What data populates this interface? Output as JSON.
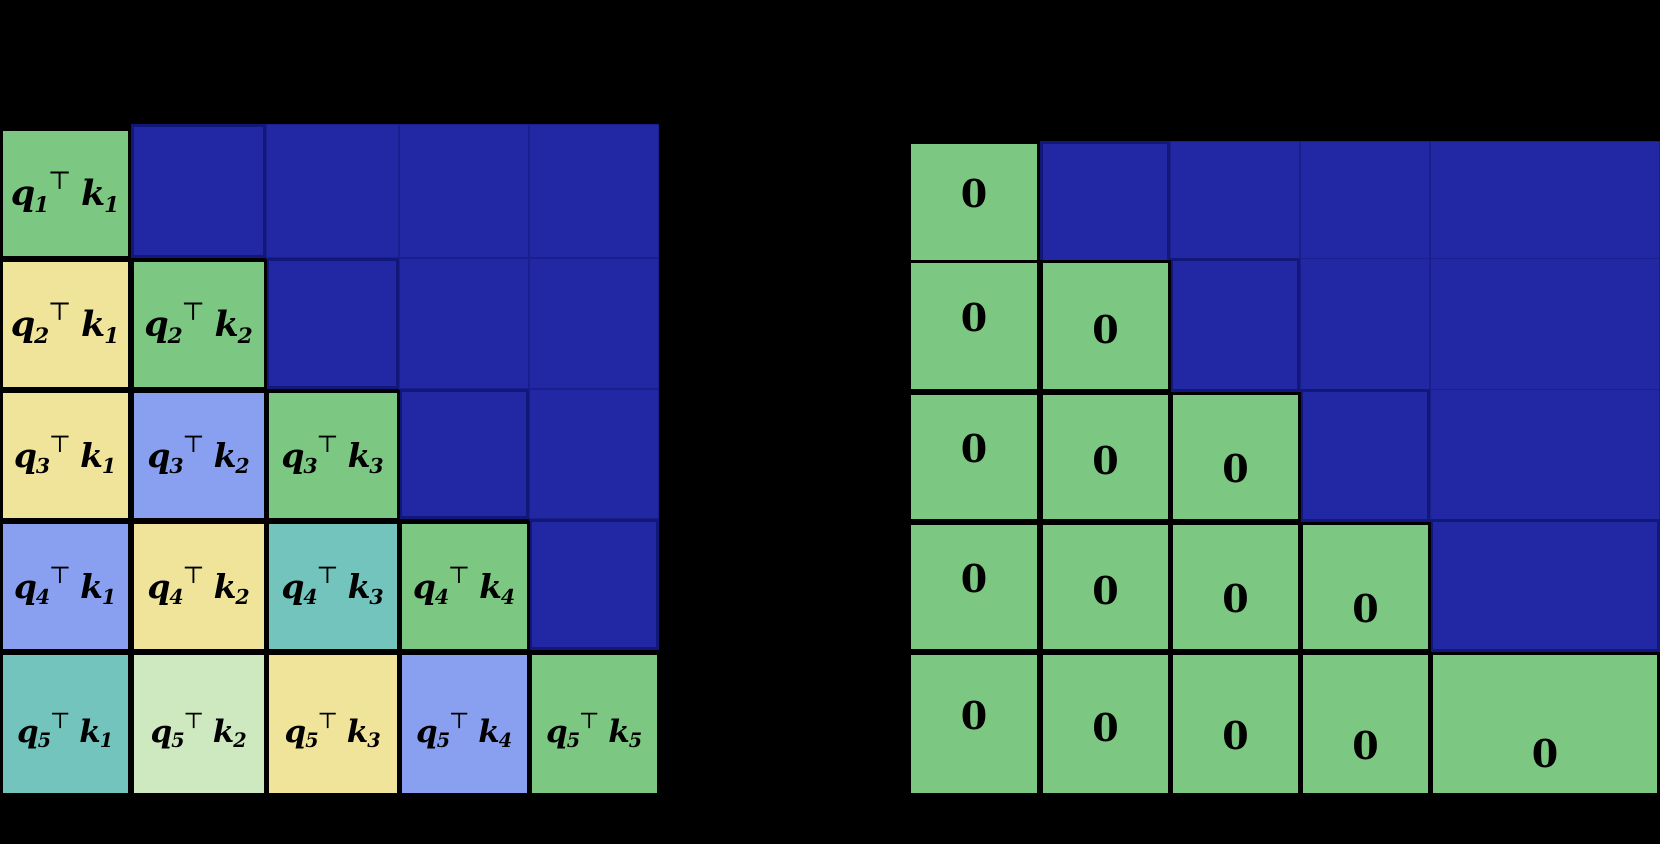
{
  "figure": {
    "type": "attention-mask-matrices",
    "background_color": "#000000",
    "masked_color": "#2227A3",
    "glyphs": {
      "transpose": "⊤",
      "zero": "0"
    }
  },
  "palette": {
    "green": "#7CC781",
    "yellow": "#EFE49A",
    "periwinkle": "#89A0F0",
    "teal": "#74C4BE",
    "pale_green": "#CEE8C0",
    "masked_blue": "#2227A3",
    "border_black": "#000000"
  },
  "left_matrix": {
    "name": "score-matrix",
    "rows": 5,
    "cols": 5,
    "cells": [
      [
        {
          "q": "q",
          "qsub": "1",
          "k": "k",
          "ksub": "1",
          "color": "#7CC781",
          "masked": false
        },
        {
          "masked": true
        },
        {
          "masked": true
        },
        {
          "masked": true
        },
        {
          "masked": true
        }
      ],
      [
        {
          "q": "q",
          "qsub": "2",
          "k": "k",
          "ksub": "1",
          "color": "#EFE49A",
          "masked": false
        },
        {
          "q": "q",
          "qsub": "2",
          "k": "k",
          "ksub": "2",
          "color": "#7CC781",
          "masked": false
        },
        {
          "masked": true
        },
        {
          "masked": true
        },
        {
          "masked": true
        }
      ],
      [
        {
          "q": "q",
          "qsub": "3",
          "k": "k",
          "ksub": "1",
          "color": "#EFE49A",
          "masked": false
        },
        {
          "q": "q",
          "qsub": "3",
          "k": "k",
          "ksub": "2",
          "color": "#89A0F0",
          "masked": false
        },
        {
          "q": "q",
          "qsub": "3",
          "k": "k",
          "ksub": "3",
          "color": "#7CC781",
          "masked": false
        },
        {
          "masked": true
        },
        {
          "masked": true
        }
      ],
      [
        {
          "q": "q",
          "qsub": "4",
          "k": "k",
          "ksub": "1",
          "color": "#89A0F0",
          "masked": false
        },
        {
          "q": "q",
          "qsub": "4",
          "k": "k",
          "ksub": "2",
          "color": "#EFE49A",
          "masked": false
        },
        {
          "q": "q",
          "qsub": "4",
          "k": "k",
          "ksub": "3",
          "color": "#74C4BE",
          "masked": false
        },
        {
          "q": "q",
          "qsub": "4",
          "k": "k",
          "ksub": "4",
          "color": "#7CC781",
          "masked": false
        },
        {
          "masked": true
        }
      ],
      [
        {
          "q": "q",
          "qsub": "5",
          "k": "k",
          "ksub": "1",
          "color": "#74C4BE",
          "masked": false
        },
        {
          "q": "q",
          "qsub": "5",
          "k": "k",
          "ksub": "2",
          "color": "#CEE8C0",
          "masked": false
        },
        {
          "q": "q",
          "qsub": "5",
          "k": "k",
          "ksub": "3",
          "color": "#EFE49A",
          "masked": false
        },
        {
          "q": "q",
          "qsub": "5",
          "k": "k",
          "ksub": "4",
          "color": "#89A0F0",
          "masked": false
        },
        {
          "q": "q",
          "qsub": "5",
          "k": "k",
          "ksub": "5",
          "color": "#7CC781",
          "masked": false
        }
      ]
    ]
  },
  "right_matrix": {
    "name": "zero-matrix",
    "rows": 5,
    "cols": 5,
    "cells": [
      [
        {
          "value": "0",
          "color": "#7CC781",
          "masked": false
        },
        {
          "masked": true
        },
        {
          "masked": true
        },
        {
          "masked": true
        },
        {
          "masked": true
        }
      ],
      [
        {
          "value": "0",
          "color": "#7CC781",
          "masked": false
        },
        {
          "value": "0",
          "color": "#7CC781",
          "masked": false
        },
        {
          "masked": true
        },
        {
          "masked": true
        },
        {
          "masked": true
        }
      ],
      [
        {
          "value": "0",
          "color": "#7CC781",
          "masked": false
        },
        {
          "value": "0",
          "color": "#7CC781",
          "masked": false
        },
        {
          "value": "0",
          "color": "#7CC781",
          "masked": false
        },
        {
          "masked": true
        },
        {
          "masked": true
        }
      ],
      [
        {
          "value": "0",
          "color": "#7CC781",
          "masked": false
        },
        {
          "value": "0",
          "color": "#7CC781",
          "masked": false
        },
        {
          "value": "0",
          "color": "#7CC781",
          "masked": false
        },
        {
          "value": "0",
          "color": "#7CC781",
          "masked": false
        },
        {
          "masked": true
        }
      ],
      [
        {
          "value": "0",
          "color": "#7CC781",
          "masked": false
        },
        {
          "value": "0",
          "color": "#7CC781",
          "masked": false
        },
        {
          "value": "0",
          "color": "#7CC781",
          "masked": false
        },
        {
          "value": "0",
          "color": "#7CC781",
          "masked": false
        },
        {
          "value": "0",
          "color": "#7CC781",
          "masked": false
        }
      ]
    ]
  }
}
